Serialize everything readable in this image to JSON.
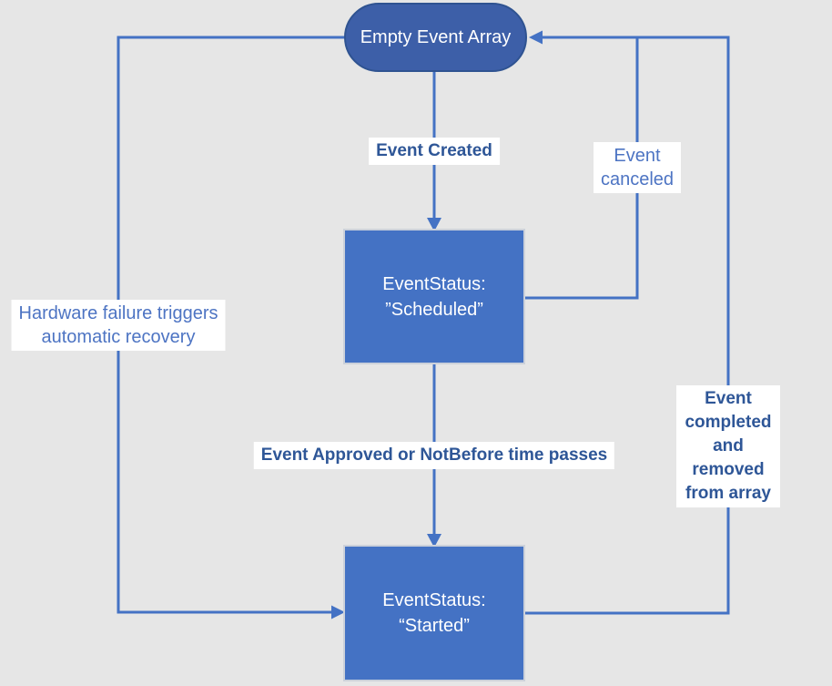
{
  "diagram": {
    "title": "Event state machine diagram",
    "colors": {
      "background": "#e6e6e6",
      "connector": "#4472c4",
      "process_fill": "#4472c4",
      "process_border": "#ccd1da",
      "terminator_fill": "#3d5fa8",
      "terminator_border": "#2f5391",
      "node_text": "#ffffff",
      "edge_label_bold_text": "#2e5697",
      "edge_label_text": "#4d74c3",
      "label_background": "#ffffff"
    },
    "nodes": {
      "empty_event_array": {
        "label": "Empty Event Array",
        "shape": "terminator"
      },
      "scheduled": {
        "label": "EventStatus:\n”Scheduled”",
        "shape": "process"
      },
      "started": {
        "label": "EventStatus:\n“Started”",
        "shape": "process"
      }
    },
    "edges": {
      "event_created": {
        "label": "Event Created",
        "from": "empty_event_array",
        "to": "scheduled"
      },
      "event_approved": {
        "label": "Event Approved or NotBefore time passes",
        "from": "scheduled",
        "to": "started"
      },
      "event_canceled": {
        "label": "Event\ncanceled",
        "from": "scheduled",
        "to": "empty_event_array"
      },
      "event_completed": {
        "label": "Event completed and\nremoved from array",
        "from": "started",
        "to": "empty_event_array"
      },
      "hardware_failure": {
        "label": "Hardware failure triggers\nautomatic recovery",
        "from": "empty_event_array",
        "to": "started"
      }
    }
  }
}
